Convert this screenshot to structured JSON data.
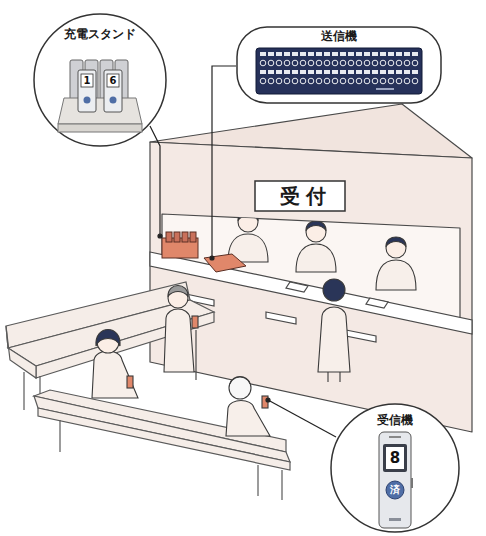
{
  "diagram": {
    "nodes": [
      {
        "text": [
          "充電スタンド"
        ]
      },
      {
        "text": [
          "送信機"
        ]
      },
      {
        "text": [
          "受付"
        ]
      },
      {
        "text": [
          "受信機"
        ]
      }
    ],
    "labels": [
      "1",
      "6",
      "8",
      "済"
    ]
  }
}
